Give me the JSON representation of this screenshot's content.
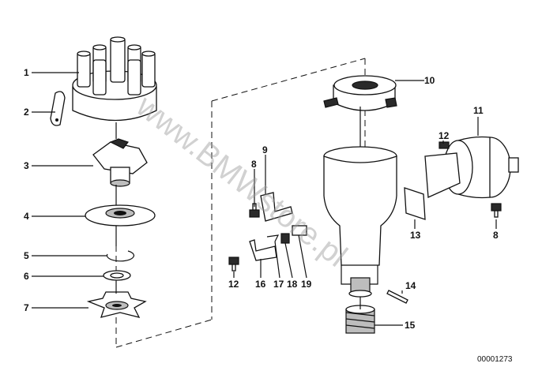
{
  "watermark": "www.BMWstore.pl",
  "reference_number": "00001273",
  "callouts": {
    "c1": "1",
    "c2": "2",
    "c3": "3",
    "c4": "4",
    "c5": "5",
    "c6": "6",
    "c7": "7",
    "c8a": "8",
    "c8b": "8",
    "c9": "9",
    "c10": "10",
    "c11": "11",
    "c12a": "12",
    "c12b": "12",
    "c13": "13",
    "c14": "14",
    "c15": "15",
    "c16": "16",
    "c17": "17",
    "c18": "18",
    "c19": "19"
  }
}
